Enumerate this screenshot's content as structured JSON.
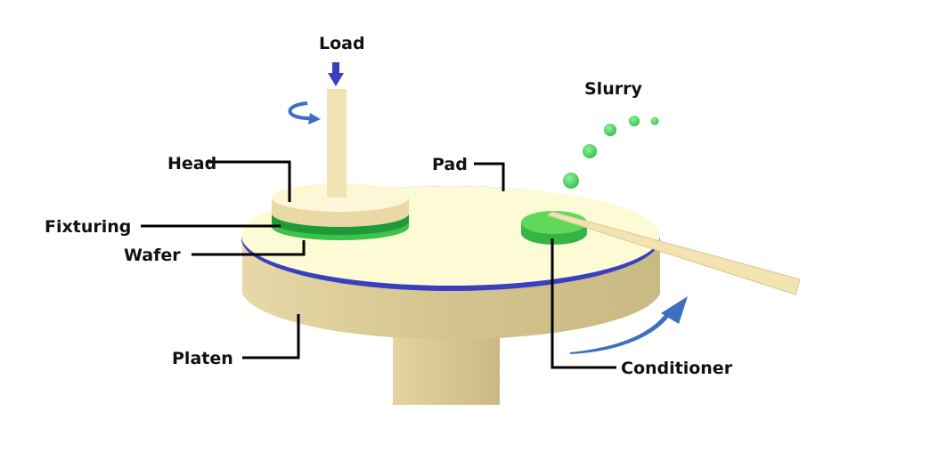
{
  "labels": {
    "load": "Load",
    "slurry": "Slurry",
    "head": "Head",
    "pad": "Pad",
    "fixturing": "Fixturing",
    "wafer": "Wafer",
    "platen": "Platen",
    "conditioner": "Conditioner"
  },
  "colors": {
    "pad": "#fdfbd6",
    "platen": "#d9c993",
    "blue_band": "#3a3fc0",
    "green": "#3dc24a",
    "arrow": "#3d6fc0"
  }
}
